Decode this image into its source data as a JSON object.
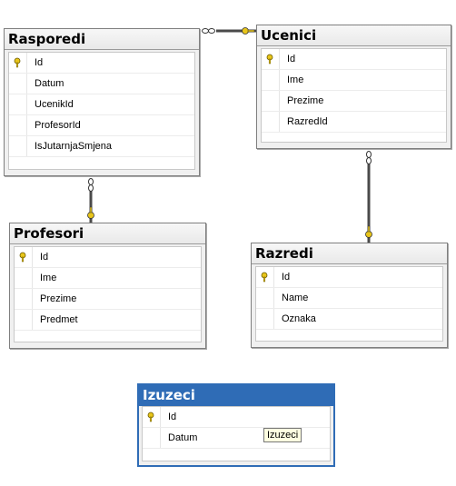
{
  "tables": {
    "rasporedi": {
      "title": "Rasporedi",
      "columns": [
        "Id",
        "Datum",
        "UcenikId",
        "ProfesorId",
        "IsJutarnjaSmjena"
      ]
    },
    "ucenici": {
      "title": "Ucenici",
      "columns": [
        "Id",
        "Ime",
        "Prezime",
        "RazredId"
      ]
    },
    "profesori": {
      "title": "Profesori",
      "columns": [
        "Id",
        "Ime",
        "Prezime",
        "Predmet"
      ]
    },
    "razredi": {
      "title": "Razredi",
      "columns": [
        "Id",
        "Name",
        "Oznaka"
      ]
    },
    "izuzeci": {
      "title": "Izuzeci",
      "columns": [
        "Id",
        "Datum"
      ]
    }
  },
  "tooltip": {
    "text": "Izuzeci"
  },
  "icons": {
    "primary_key": "key-icon",
    "many_end": "infinity-icon"
  },
  "colors": {
    "selected_border": "#2f6cb6",
    "key": "#e8c51a",
    "link": "#4a4a4a"
  }
}
